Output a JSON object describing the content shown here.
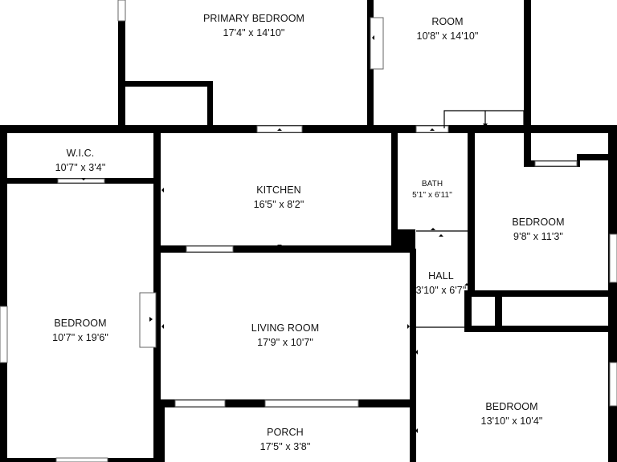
{
  "rooms": {
    "primary_bedroom": {
      "name": "PRIMARY BEDROOM",
      "size": "17'4\" x 14'10\""
    },
    "room": {
      "name": "ROOM",
      "size": "10'8\" x 14'10\""
    },
    "wic": {
      "name": "W.I.C.",
      "size": "10'7\" x 3'4\""
    },
    "kitchen": {
      "name": "KITCHEN",
      "size": "16'5\" x 8'2\""
    },
    "bath": {
      "name": "BATH",
      "size": "5'1\" x 6'11\""
    },
    "bedroom_east": {
      "name": "BEDROOM",
      "size": "9'8\" x 11'3\""
    },
    "hall": {
      "name": "HALL",
      "size": "3'10\" x 6'7\""
    },
    "bedroom_west": {
      "name": "BEDROOM",
      "size": "10'7\" x 19'6\""
    },
    "living_room": {
      "name": "LIVING ROOM",
      "size": "17'9\" x 10'7\""
    },
    "porch": {
      "name": "PORCH",
      "size": "17'5\" x 3'8\""
    },
    "bedroom_south": {
      "name": "BEDROOM",
      "size": "13'10\" x 10'4\""
    }
  },
  "colors": {
    "wall": "#000000",
    "background": "#ffffff",
    "text": "#111111"
  }
}
